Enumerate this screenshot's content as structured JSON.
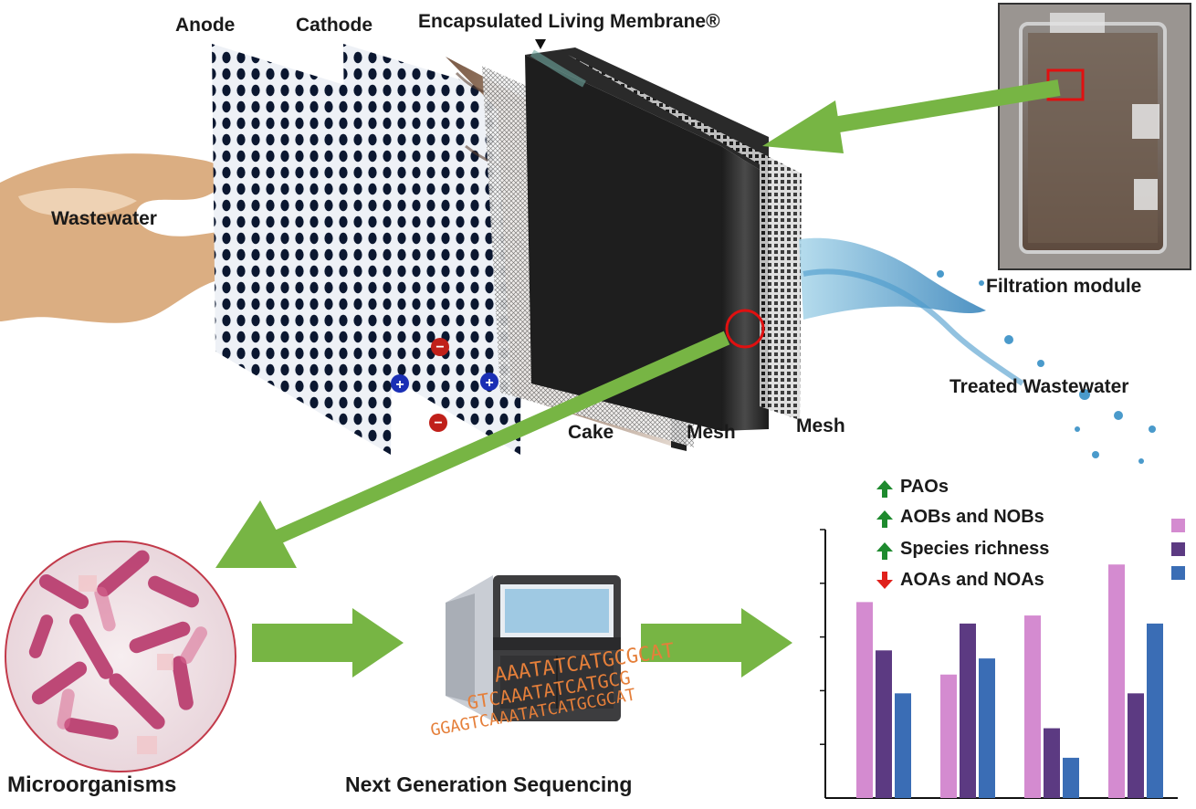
{
  "labels": {
    "anode": "Anode",
    "cathode": "Cathode",
    "elm": "Encapsulated Living Membrane®",
    "wastewater": "Wastewater",
    "filtration_module": "Filtration module",
    "treated_wastewater": "Treated Wastewater",
    "cake": "Cake",
    "mesh_inner": "Mesh",
    "mesh_outer": "Mesh",
    "microorganisms": "Microorganisms",
    "ngs": "Next Generation Sequencing"
  },
  "charges": {
    "minus": "−",
    "plus": "+"
  },
  "dna": {
    "line1": "AAATATCATGCGCAT",
    "line2": "GTCAAATATCATGCG",
    "line3": "GGAGTCAAATATCATGCGCAT"
  },
  "legend": [
    {
      "direction": "up",
      "text": "PAOs"
    },
    {
      "direction": "up",
      "text": "AOBs and NOBs"
    },
    {
      "direction": "up",
      "text": "Species richness"
    },
    {
      "direction": "down",
      "text": "AOAs and NOAs"
    }
  ],
  "colors": {
    "arrow_green": "#77b544",
    "up_arrow": "#1e8a2e",
    "down_arrow": "#e0201b",
    "series_pink": "#d48bd0",
    "series_purple": "#5c3a82",
    "series_blue": "#3a6db5",
    "highlight_red": "#e01010",
    "charge_red": "#c0201a",
    "charge_blue": "#1a2fb5"
  },
  "chart_data": {
    "type": "bar",
    "title": "",
    "xlabel": "",
    "ylabel": "",
    "categories": [
      "",
      "",
      "",
      ""
    ],
    "ylim": [
      0,
      5
    ],
    "grid": false,
    "series": [
      {
        "color": "#d48bd0",
        "values": [
          3.65,
          2.3,
          3.4,
          4.35
        ]
      },
      {
        "color": "#5c3a82",
        "values": [
          2.75,
          3.25,
          1.3,
          1.95
        ]
      },
      {
        "color": "#3a6db5",
        "values": [
          1.95,
          2.6,
          0.75,
          3.25
        ]
      }
    ]
  }
}
